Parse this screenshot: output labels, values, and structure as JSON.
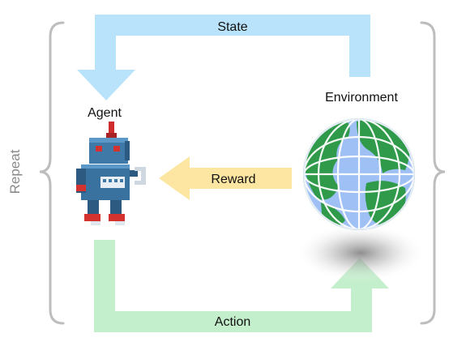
{
  "labels": {
    "state": "State",
    "agent": "Agent",
    "environment": "Environment",
    "reward": "Reward",
    "action": "Action",
    "repeat": "Repeat"
  },
  "colors": {
    "state_arrow": "#b9e3fb",
    "reward_arrow": "#fde6a2",
    "action_arrow": "#c4efcc",
    "bracket": "#bdbdbd",
    "repeat_text": "#8a8a8a",
    "globe_ocean": "#9fc0f4",
    "globe_land": "#2f9a4a",
    "robot_body": "#3e79a8",
    "robot_accent": "#d3322f"
  },
  "icons": {
    "agent": "robot-icon",
    "environment": "globe-icon"
  }
}
